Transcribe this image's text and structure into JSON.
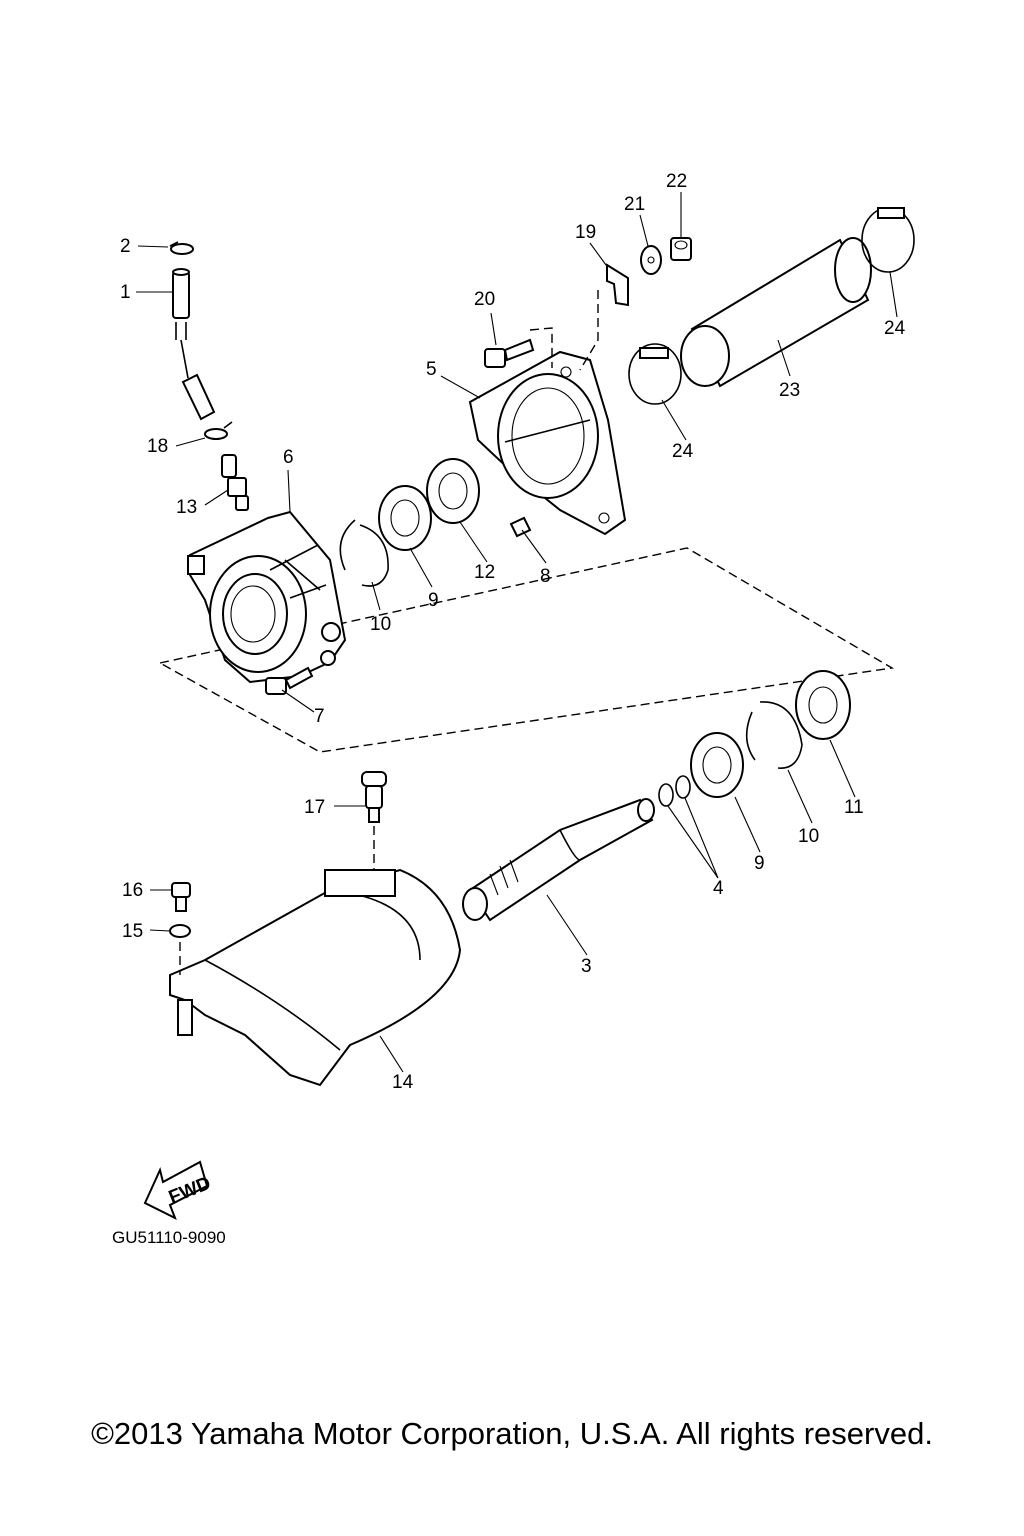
{
  "diagram": {
    "labels": {
      "p1": "1",
      "p2": "2",
      "p3": "3",
      "p4": "4",
      "p5": "5",
      "p6": "6",
      "p7": "7",
      "p8": "8",
      "p9a": "9",
      "p9b": "9",
      "p10a": "10",
      "p10b": "10",
      "p11": "11",
      "p12": "12",
      "p13": "13",
      "p14": "14",
      "p15": "15",
      "p16": "16",
      "p17": "17",
      "p18": "18",
      "p19": "19",
      "p20": "20",
      "p21": "21",
      "p22": "22",
      "p23": "23",
      "p24a": "24",
      "p24b": "24"
    },
    "fwd_arrow_text": "FWD",
    "diagram_code": "GU51110-9090"
  },
  "footer": {
    "copyright": "©2013 Yamaha Motor Corporation, U.S.A. All rights reserved."
  }
}
